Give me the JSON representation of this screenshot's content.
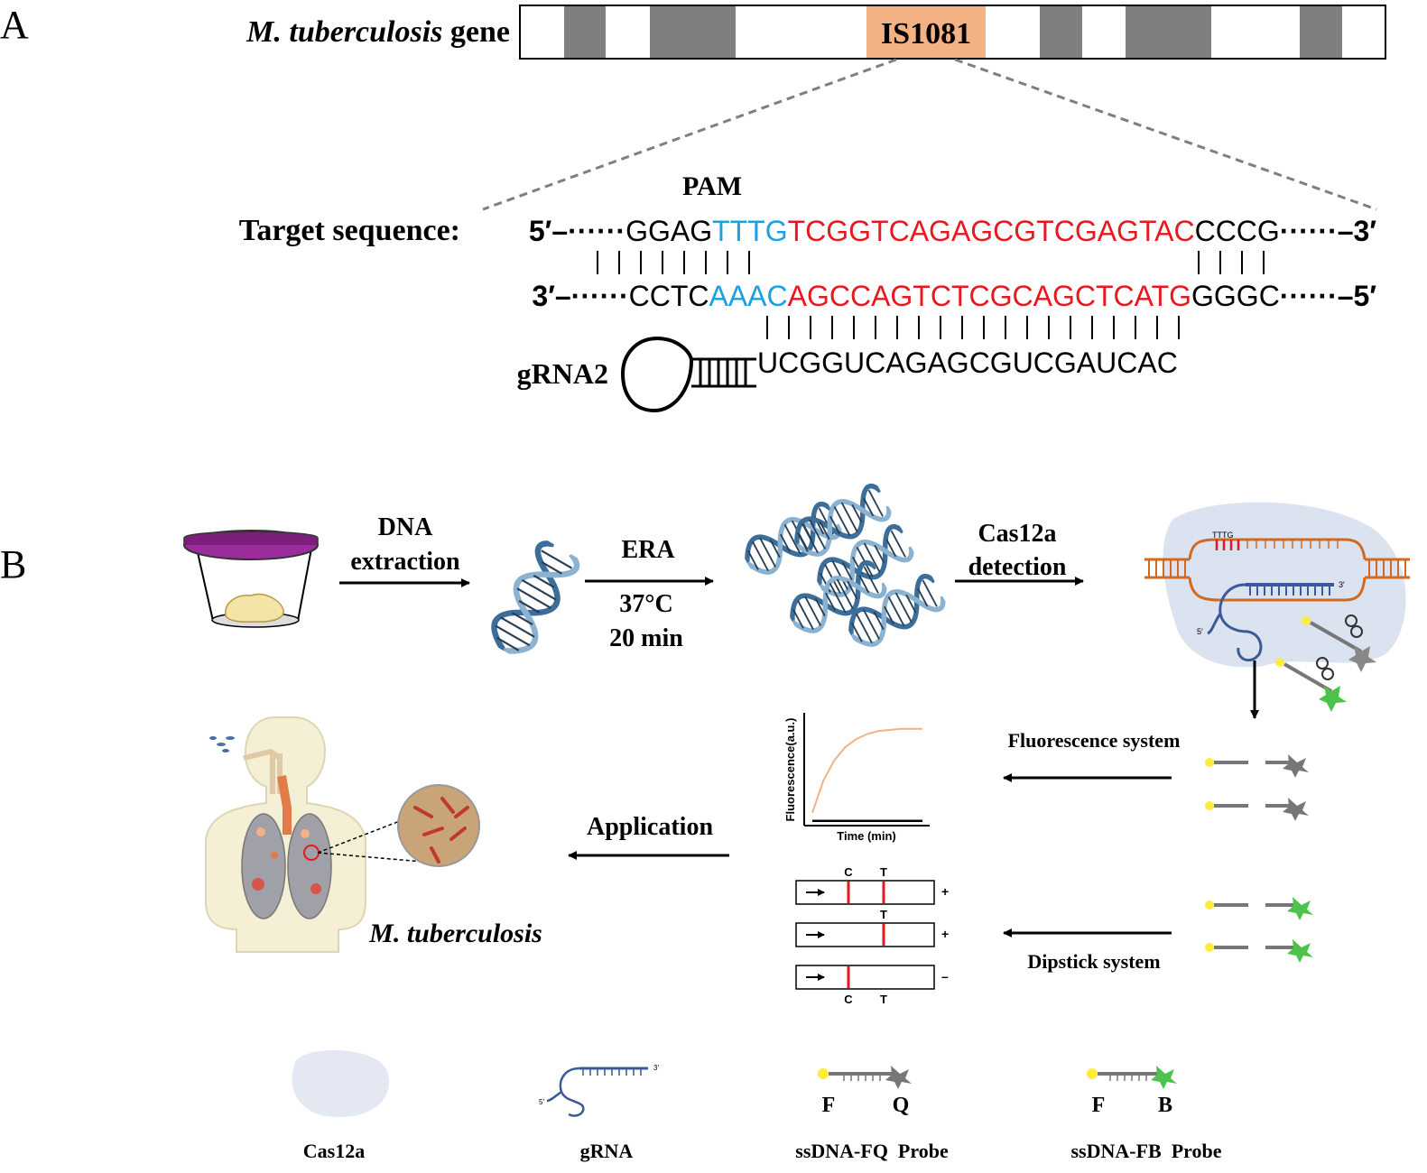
{
  "panel_a": {
    "label": "A",
    "gene_title_italic": "M. tuberculosis",
    "gene_title_rest": " gene",
    "highlight_label": "IS1081",
    "colors": {
      "highlight": "#F4B183",
      "segment": "#7F7F7F",
      "pam": "#1BA1E2",
      "protospacer": "#E8191E"
    },
    "pam_label": "PAM",
    "target_label": "Target sequence:",
    "top_strand": {
      "prefix": "5′–······",
      "left": "GGAG",
      "pam": "TTTG",
      "target": "TCGGTCAGAGCGTCGAGTAC",
      "right": "CCCG",
      "suffix": "······–3′"
    },
    "bottom_strand": {
      "prefix": "3′–······",
      "left": "CCTC",
      "pam": "AAAC",
      "target": "AGCCAGTCTCGCAGCTCATG",
      "right": "GGGC",
      "suffix": "······–5′"
    },
    "grna_label": "gRNA2",
    "grna_sequence": "UCGGUCAGAGCGUCGAUCAC"
  },
  "panel_b": {
    "label": "B",
    "step1_line1": "DNA",
    "step1_line2": "extraction",
    "step2_label": "ERA",
    "step2_temp": "37°C",
    "step2_time": "20 min",
    "step3_line1": "Cas12a",
    "step3_line2": "detection",
    "complex_pam": "TTTG",
    "complex_3prime": "3′",
    "complex_5prime": "5′",
    "fluorescence_system": "Fluorescence system",
    "dipstick_system": "Dipstick system",
    "application": "Application",
    "organism": "M. tuberculosis",
    "chart_ylabel": "Fluorescence(a.u.)",
    "chart_xlabel": "Time (min)",
    "strip_c": "C",
    "strip_t": "T",
    "strip_results": [
      "+",
      "+",
      "–"
    ]
  },
  "chart_data": {
    "type": "line",
    "title": "",
    "xlabel": "Time (min)",
    "ylabel": "Fluorescence(a.u.)",
    "x": [
      0,
      1,
      2,
      3,
      4,
      5,
      6,
      7,
      8,
      9,
      10
    ],
    "series": [
      {
        "values": [
          0.1,
          0.42,
          0.62,
          0.75,
          0.83,
          0.88,
          0.91,
          0.92,
          0.93,
          0.93,
          0.93
        ],
        "color": "#F4B183"
      },
      {
        "values": [
          0.02,
          0.02,
          0.02,
          0.02,
          0.02,
          0.02,
          0.02,
          0.02,
          0.02,
          0.02,
          0.02
        ],
        "color": "#000000"
      }
    ],
    "ylim": [
      0,
      1
    ],
    "xlim": [
      0,
      10
    ],
    "grid": false
  },
  "legend": {
    "cas12a": "Cas12a",
    "grna": "gRNA",
    "grna_3prime": "3′",
    "grna_5prime": "5′",
    "fq_f": "F",
    "fq_q": "Q",
    "fq_label": "ssDNA-FQ  Probe",
    "fb_f": "F",
    "fb_b": "B",
    "fb_label": "ssDNA-FB  Probe"
  }
}
